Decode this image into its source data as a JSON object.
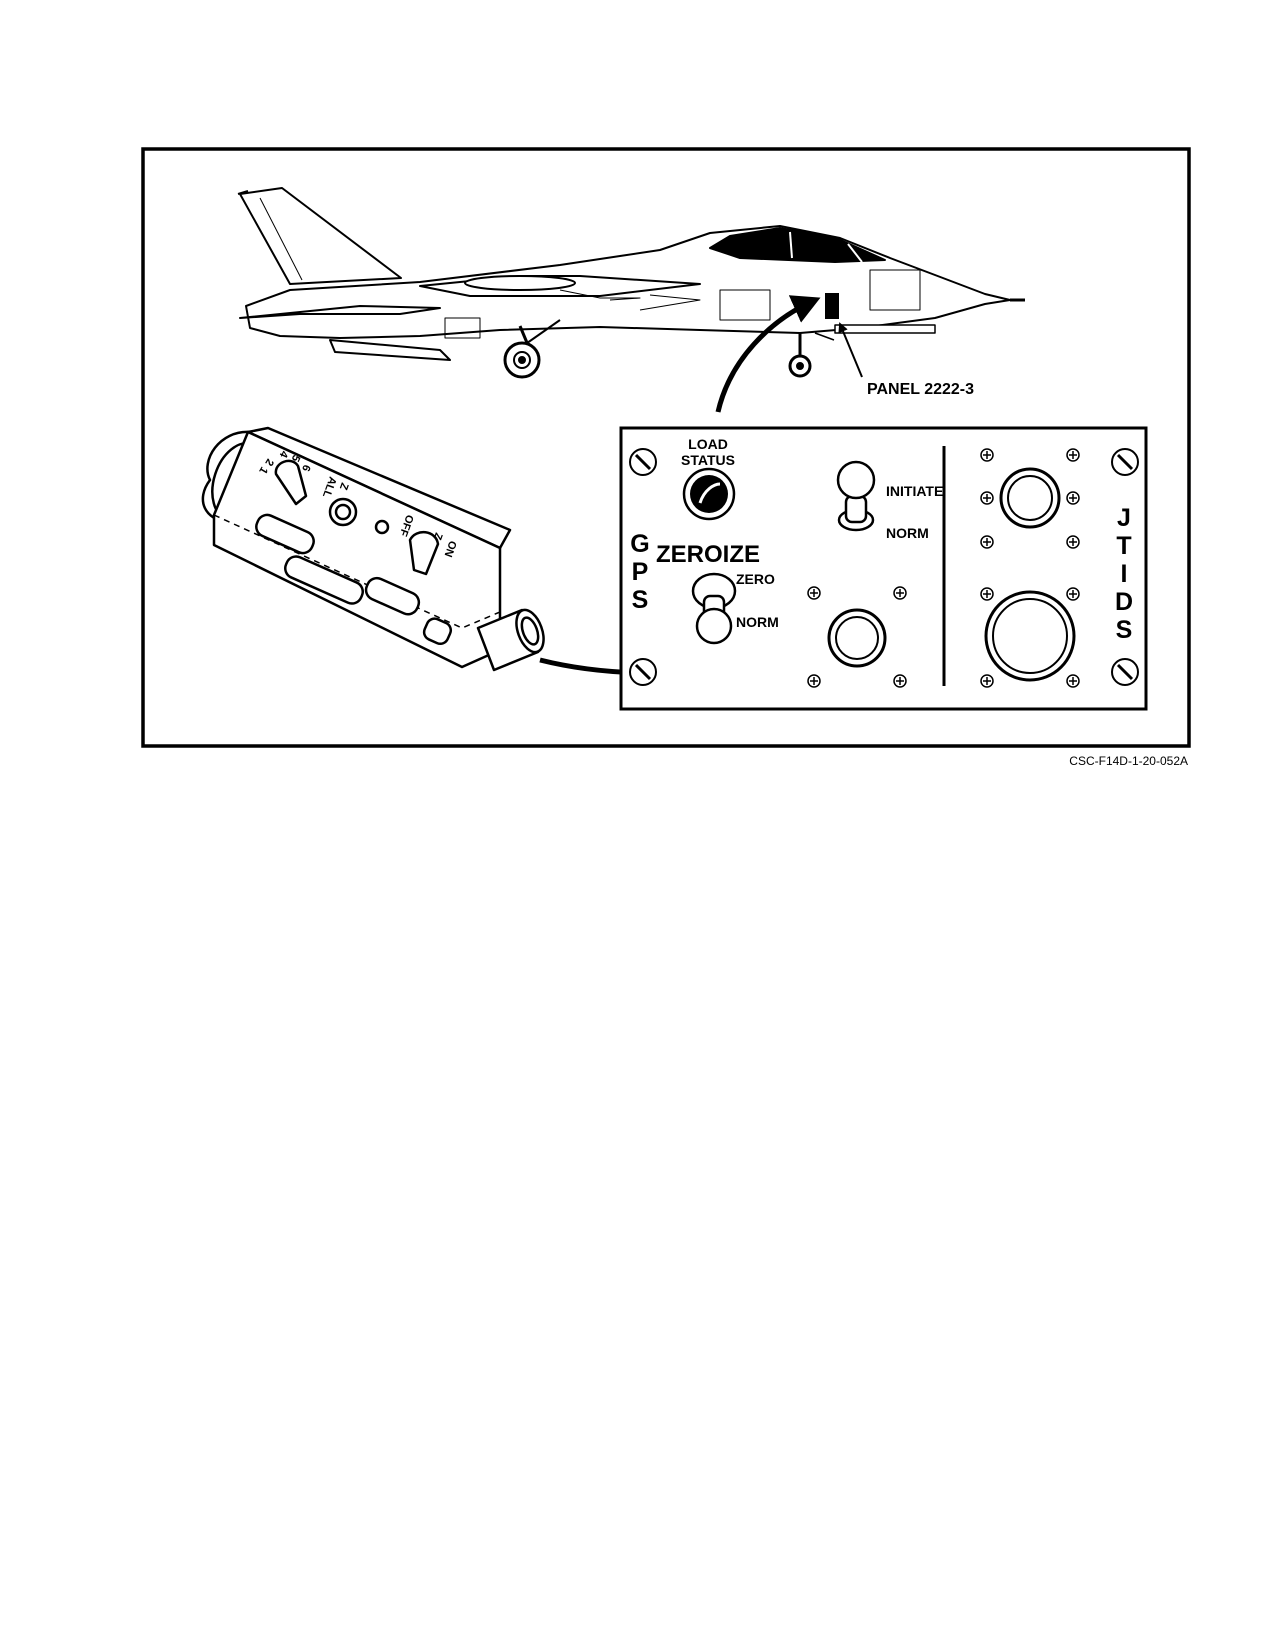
{
  "labels": {
    "panel_name": "PANEL 2222-3",
    "load_status_line1": "LOAD",
    "load_status_line2": "STATUS",
    "zeroize": "ZEROIZE",
    "zero": "ZERO",
    "zero_norm": "NORM",
    "initiate": "INITIATE",
    "initiate_norm": "NORM",
    "gps": [
      "G",
      "P",
      "S"
    ],
    "jtids": [
      "J",
      "T",
      "I",
      "D",
      "S"
    ],
    "dtd_positions": [
      "1",
      "2",
      "4",
      "5",
      "6",
      "ALL"
    ],
    "dtd_z": "Z",
    "dtd_off": "OFF",
    "dtd_on": "ON",
    "dtd_z2": "Z"
  },
  "figure_id": "CSC-F14D-1-20-052A"
}
